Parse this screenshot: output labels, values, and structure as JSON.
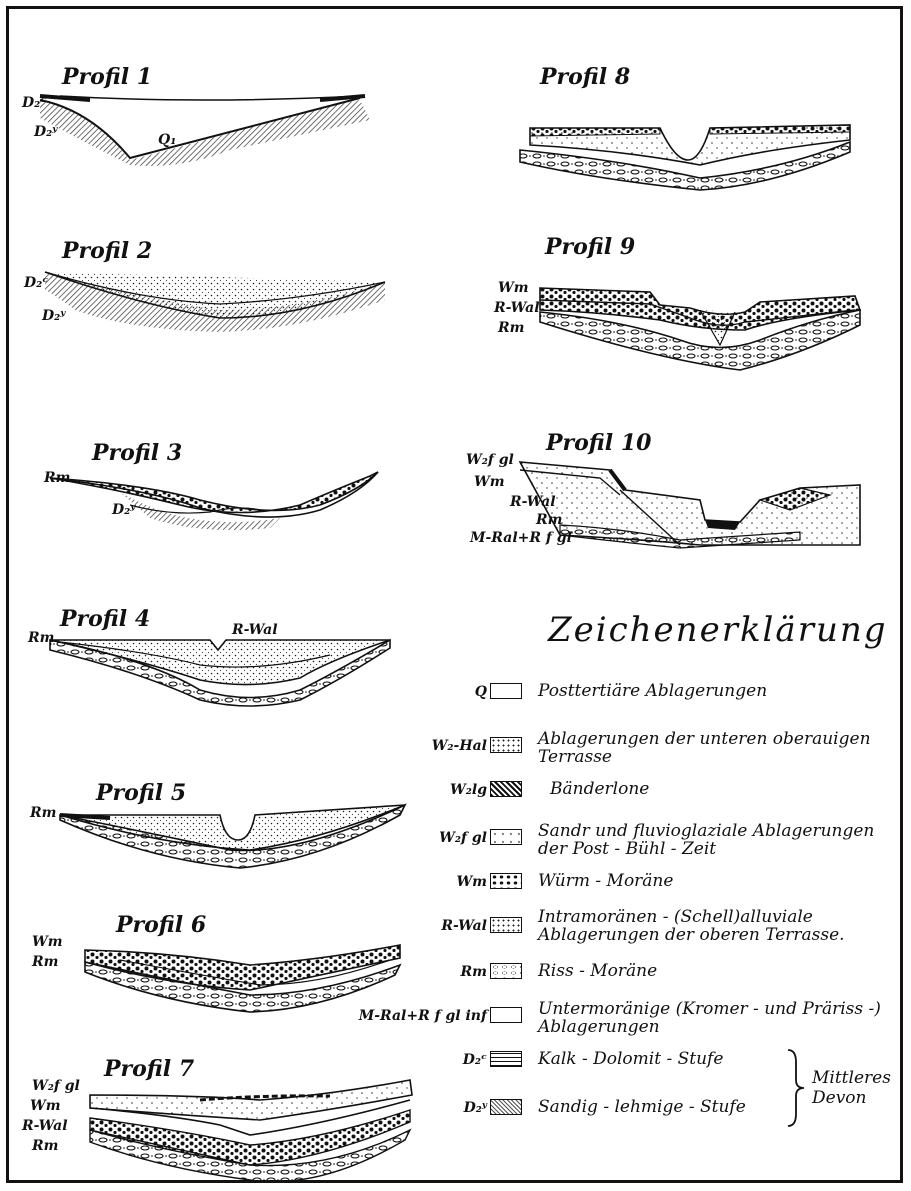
{
  "profiles": {
    "p1": {
      "title": "Profil 1",
      "tags": [
        "D₂ᶜ",
        "D₂ʸ",
        "Q₁"
      ]
    },
    "p2": {
      "title": "Profil 2",
      "tags": [
        "D₂ᶜ",
        "D₂ʸ"
      ]
    },
    "p3": {
      "title": "Profil 3",
      "tags": [
        "Rm",
        "D₂ʸ"
      ]
    },
    "p4": {
      "title": "Profil 4",
      "tags": [
        "Rm",
        "R-Wal"
      ]
    },
    "p5": {
      "title": "Profil 5",
      "tags": [
        "Rm"
      ]
    },
    "p6": {
      "title": "Profil 6",
      "tags": [
        "Wm",
        "Rm"
      ]
    },
    "p7": {
      "title": "Profil 7",
      "tags": [
        "W₂f gl",
        "Wm",
        "R-Wal",
        "Rm"
      ]
    },
    "p8": {
      "title": "Profil 8",
      "tags": []
    },
    "p9": {
      "title": "Profil 9",
      "tags": [
        "Wm",
        "R-Wal",
        "Rm"
      ]
    },
    "p10": {
      "title": "Profil 10",
      "tags": [
        "W₂f gl",
        "Wm",
        "R-Wal",
        "Rm",
        "M-Ral+R f gl"
      ]
    }
  },
  "legend": {
    "title": "Zeichenerklärung",
    "items": [
      {
        "code": "Q",
        "text": "Posttertiäre Ablagerungen",
        "pattern": "blank"
      },
      {
        "code": "W₂-Hal",
        "text": "Ablagerungen der unteren oberauigen Terrasse",
        "pattern": "fine-dots"
      },
      {
        "code": "W₂lg",
        "text": "Bänderlone",
        "pattern": "hatch-dark"
      },
      {
        "code": "W₂f gl",
        "text": "Sandr und fluvioglaziale Ablagerungen der Post - Bühl - Zeit",
        "pattern": "sparse-dots"
      },
      {
        "code": "Wm",
        "text": "Würm - Moräne",
        "pattern": "coarse-dots"
      },
      {
        "code": "R-Wal",
        "text": "Intramoränen - (Schell)alluviale Ablagerungen der oberen Terrasse.",
        "pattern": "fine-dots"
      },
      {
        "code": "Rm",
        "text": "Riss - Moräne",
        "pattern": "pebbles"
      },
      {
        "code": "M-Ral+R f gl inf",
        "text": "Untermoränige (Kromer - und Präriss -) Ablagerungen",
        "pattern": "blank"
      },
      {
        "code": "D₂ᶜ",
        "text": "Kalk - Dolomit - Stufe",
        "pattern": "brick"
      },
      {
        "code": "D₂ʸ",
        "text": "Sandig - lehmige - Stufe",
        "pattern": "hatch-light"
      }
    ],
    "brace_label": "Mittleres Devon"
  }
}
